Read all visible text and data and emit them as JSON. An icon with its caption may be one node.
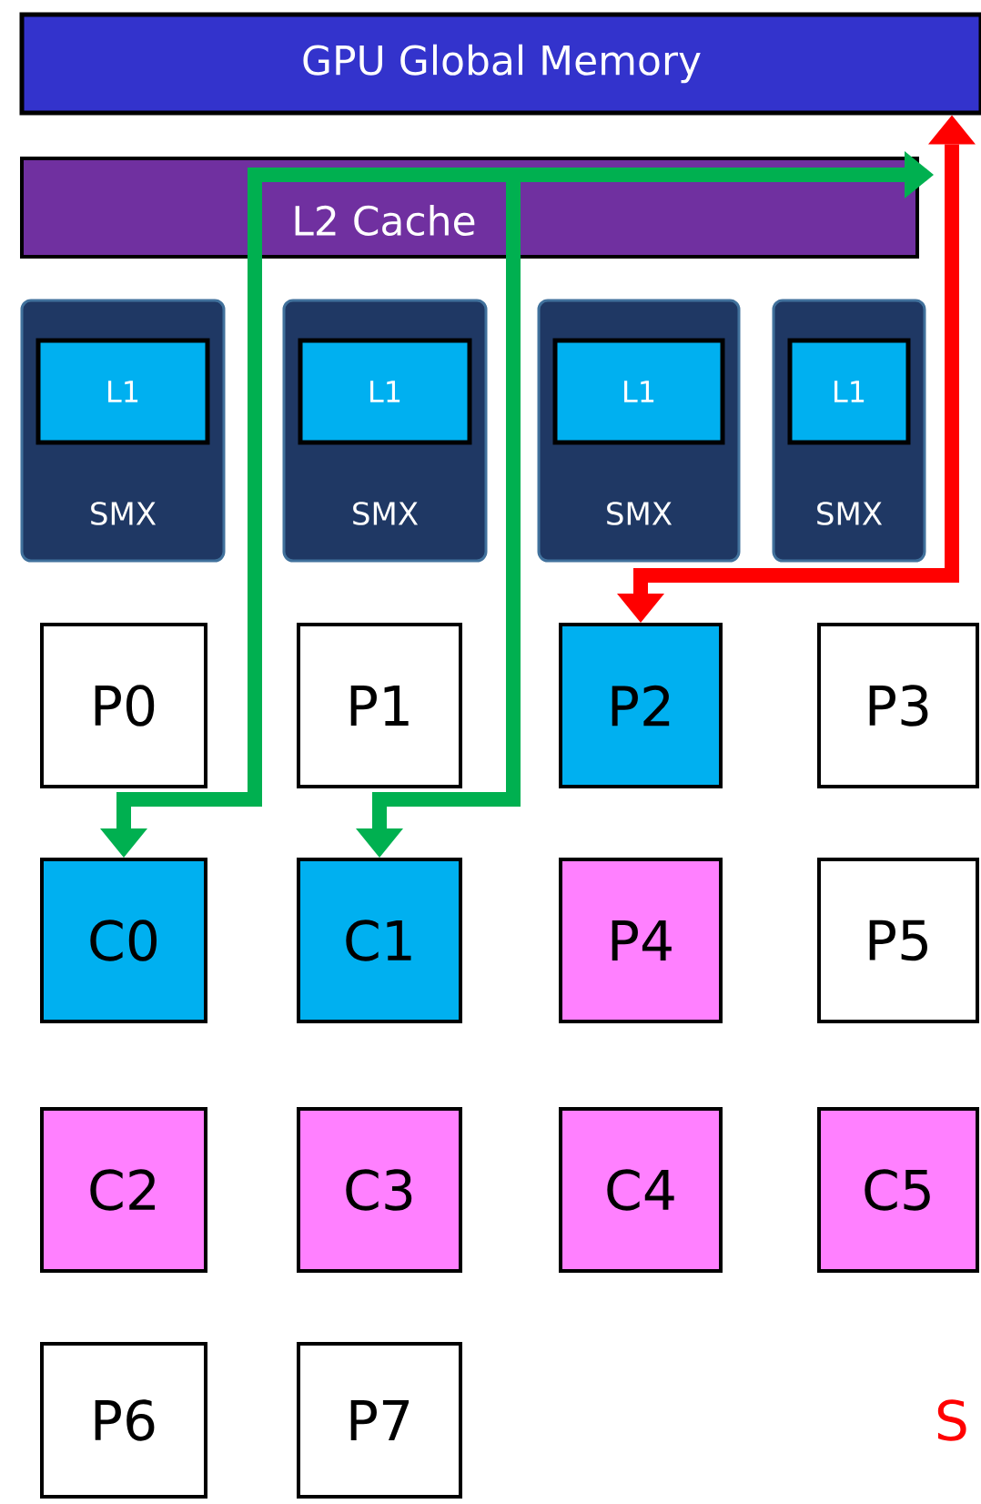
{
  "diagram": {
    "nodes": [
      {
        "text": [
          "GPU Global Memory"
        ]
      },
      {
        "text": [
          "L2 Cache"
        ]
      },
      {
        "text": [
          "SMX"
        ]
      },
      {
        "text": [
          "L1"
        ],
        "in": 2
      },
      {
        "text": [
          "SMX"
        ]
      },
      {
        "text": [
          "L1"
        ],
        "in": 4
      },
      {
        "text": [
          "SMX"
        ]
      },
      {
        "text": [
          "L1"
        ],
        "in": 6
      },
      {
        "text": [
          "SMX"
        ]
      },
      {
        "text": [
          "L1"
        ],
        "in": 8
      },
      {
        "text": [
          "P0"
        ]
      },
      {
        "text": [
          "P1"
        ]
      },
      {
        "text": [
          "P2"
        ]
      },
      {
        "text": [
          "P3"
        ]
      },
      {
        "text": [
          "C0"
        ]
      },
      {
        "text": [
          "C1"
        ]
      },
      {
        "text": [
          "P4"
        ]
      },
      {
        "text": [
          "P5"
        ]
      },
      {
        "text": [
          "C2"
        ]
      },
      {
        "text": [
          "C3"
        ]
      },
      {
        "text": [
          "C4"
        ]
      },
      {
        "text": [
          "C5"
        ]
      },
      {
        "text": [
          "P6"
        ]
      },
      {
        "text": [
          "P7"
        ]
      }
    ],
    "edges": [
      {
        "from": 0,
        "to": 12,
        "arrow": "both",
        "color": "#ff0000"
      },
      {
        "from": 1,
        "to": 14,
        "arrow": "to"
      },
      {
        "from": 1,
        "to": 15,
        "arrow": "to"
      },
      {
        "from": 1,
        "to": null,
        "arrow": "to"
      }
    ],
    "labels": [
      "S"
    ]
  }
}
